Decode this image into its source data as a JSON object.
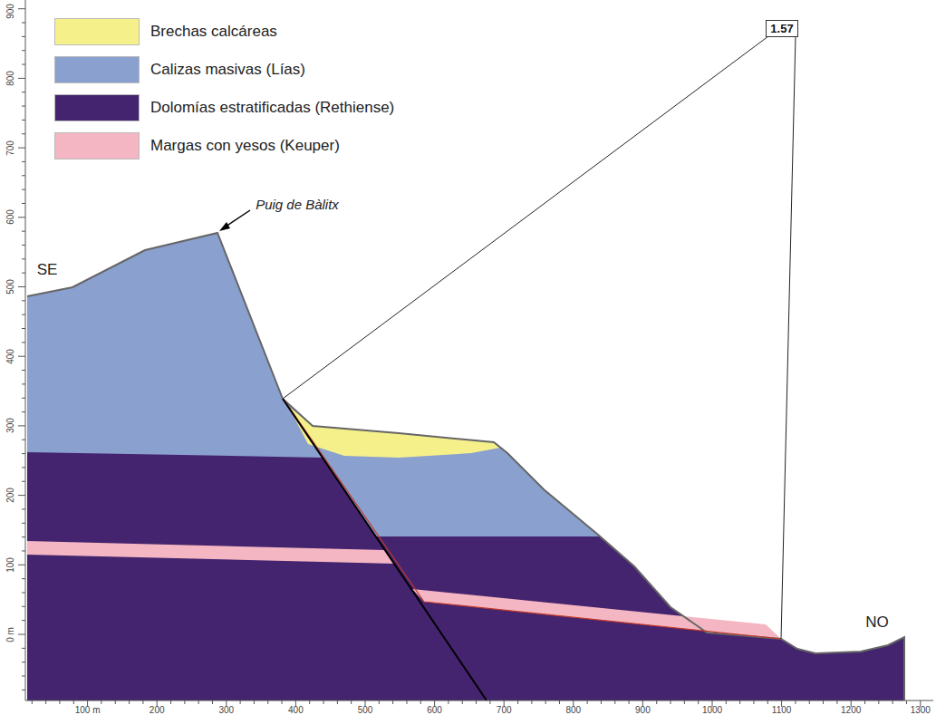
{
  "diagram": {
    "nodes": [
      {
        "text": [
          "1.57"
        ]
      }
    ],
    "labels": [
      "Puig de Bàlitx",
      "SE",
      "NO",
      "0 m",
      "100",
      "200",
      "300",
      "400",
      "500",
      "600",
      "700",
      "800",
      "900",
      "100 m",
      "200",
      "300",
      "400",
      "500",
      "600",
      "700",
      "800",
      "900",
      "1000",
      "1100",
      "1200",
      "1300"
    ],
    "legend": [
      {
        "text": "Brechas calcáreas",
        "color": "#f5f08a"
      },
      {
        "text": "Calizas masivas (Lías)",
        "color": "#8aa0cf"
      },
      {
        "text": "Dolomías estratificadas (Rethiense)",
        "color": "#44246e"
      },
      {
        "text": "Margas con yesos (Keuper)",
        "color": "#f4b6c2"
      }
    ]
  }
}
